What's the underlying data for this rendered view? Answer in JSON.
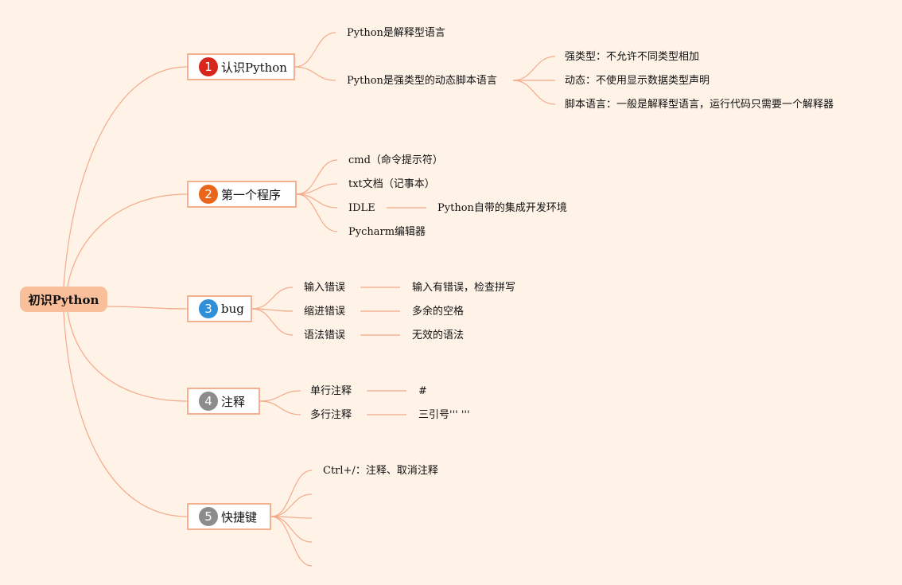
{
  "root": {
    "label": "初识Python"
  },
  "colors": {
    "background": "#fff3e8",
    "root_fill": "#f9be9a",
    "line": "#f4a98a",
    "badge_1": "#d9261c",
    "badge_2": "#e9651a",
    "badge_3": "#2f8fd8",
    "badge_4": "#8c8c8c",
    "badge_5": "#8c8c8c"
  },
  "topics": [
    {
      "number": "1",
      "label": "认识Python",
      "items": [
        {
          "text": "Python是解释型语言"
        },
        {
          "text": "Python是强类型的动态脚本语言",
          "children": [
            "强类型：不允许不同类型相加",
            "动态：不使用显示数据类型声明",
            "脚本语言：一般是解释型语言，运行代码只需要一个解释器"
          ]
        }
      ]
    },
    {
      "number": "2",
      "label": "第一个程序",
      "items": [
        {
          "text": "cmd（命令提示符）"
        },
        {
          "text": "txt文档（记事本）"
        },
        {
          "text": "IDLE",
          "children": [
            "Python自带的集成开发环境"
          ]
        },
        {
          "text": "Pycharm编辑器"
        }
      ]
    },
    {
      "number": "3",
      "label": "bug",
      "items": [
        {
          "text": "输入错误",
          "children": [
            "输入有错误，检查拼写"
          ]
        },
        {
          "text": "缩进错误",
          "children": [
            "多余的空格"
          ]
        },
        {
          "text": "语法错误",
          "children": [
            "无效的语法"
          ]
        }
      ]
    },
    {
      "number": "4",
      "label": "注释",
      "items": [
        {
          "text": "单行注释",
          "children": [
            "#"
          ]
        },
        {
          "text": "多行注释",
          "children": [
            "三引号''' '''"
          ]
        }
      ]
    },
    {
      "number": "5",
      "label": "快捷键",
      "items": [
        {
          "text": "Ctrl+/：注释、取消注释"
        },
        {
          "text": ""
        },
        {
          "text": ""
        },
        {
          "text": ""
        },
        {
          "text": ""
        }
      ]
    }
  ]
}
